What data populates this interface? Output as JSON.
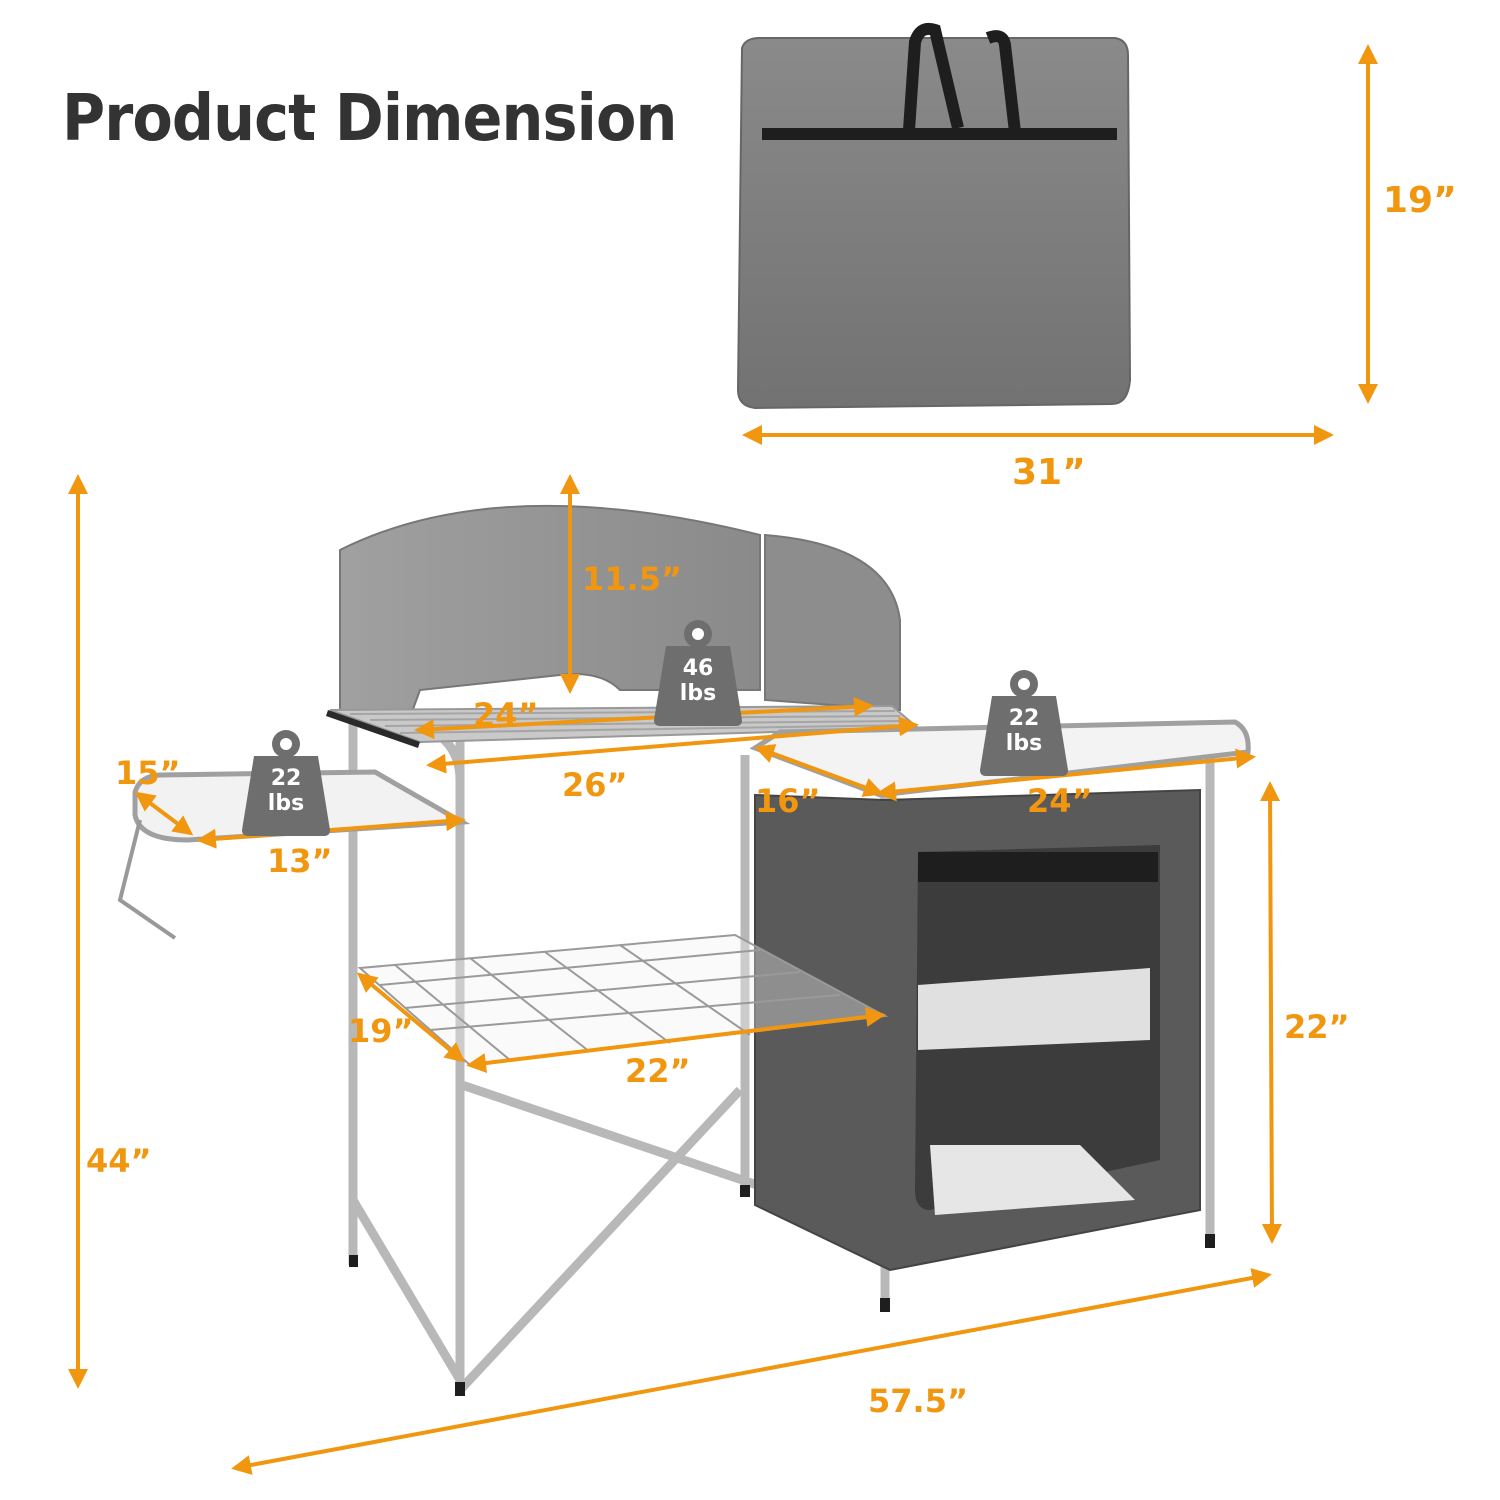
{
  "title": "Product Dimension",
  "colors": {
    "accent": "#f0960f",
    "title_text": "#333333",
    "bag": "#7a7a7a",
    "frame": "#b8b8b8",
    "cabinet": "#555555",
    "weight_badge": "#6e6e6e"
  },
  "carry_bag": {
    "width_label": "31”",
    "height_label": "19”"
  },
  "table": {
    "overall_height_label": "44”",
    "overall_length_label": "57.5”",
    "windscreen_height_label": "11.5”",
    "grill_rack": {
      "inner_width_label": "24”",
      "outer_width_label": "26”",
      "load": {
        "value": "46",
        "unit": "lbs"
      }
    },
    "left_side_table": {
      "depth_label": "15”",
      "width_label": "13”",
      "load": {
        "value": "22",
        "unit": "lbs"
      }
    },
    "right_side_table": {
      "depth_label": "16”",
      "width_label": "24”",
      "load": {
        "value": "22",
        "unit": "lbs"
      }
    },
    "lower_shelf": {
      "depth_label": "19”",
      "width_label": "22”"
    },
    "cabinet_height_label": "22”"
  }
}
